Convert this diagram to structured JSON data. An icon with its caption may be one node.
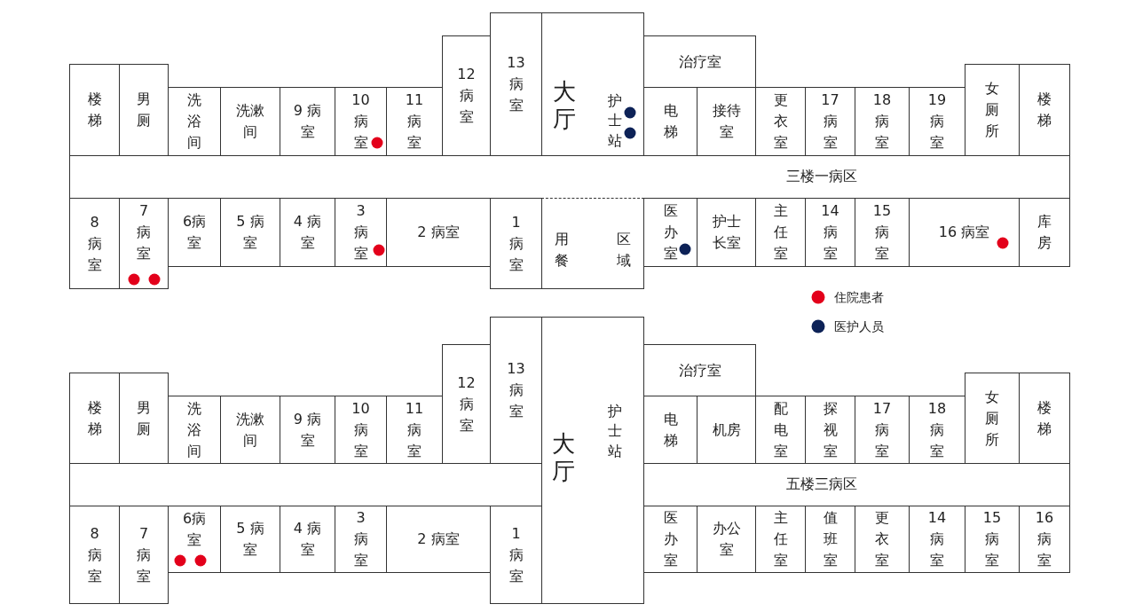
{
  "diagram": {
    "nodes": [
      {
        "text": [
          "楼梯"
        ]
      },
      {
        "text": [
          "男厕"
        ]
      },
      {
        "text": [
          "洗浴间"
        ]
      },
      {
        "text": [
          "洗漱间"
        ]
      },
      {
        "text": [
          "9 病室"
        ]
      },
      {
        "text": [
          "10病室"
        ]
      },
      {
        "text": [
          "11病室"
        ]
      },
      {
        "text": [
          "12病室"
        ]
      },
      {
        "text": [
          "13病室"
        ]
      },
      {
        "text": [
          "大厅",
          "护士站"
        ]
      },
      {
        "text": [
          "治疗室"
        ]
      },
      {
        "text": [
          "电梯"
        ]
      },
      {
        "text": [
          "接待室"
        ]
      },
      {
        "text": [
          "更衣室"
        ]
      },
      {
        "text": [
          "17病室"
        ]
      },
      {
        "text": [
          "18病室"
        ]
      },
      {
        "text": [
          "19病室"
        ]
      },
      {
        "text": [
          "女厕所"
        ]
      },
      {
        "text": [
          "楼梯"
        ]
      },
      {
        "text": [
          "三楼一病区"
        ]
      },
      {
        "text": [
          "8病室"
        ]
      },
      {
        "text": [
          "7病室"
        ]
      },
      {
        "text": [
          "6病室"
        ]
      },
      {
        "text": [
          "5 病室"
        ]
      },
      {
        "text": [
          "4 病室"
        ]
      },
      {
        "text": [
          "3病室"
        ]
      },
      {
        "text": [
          "2 病室"
        ]
      },
      {
        "text": [
          "1病室"
        ]
      },
      {
        "text": [
          "用餐区域"
        ]
      },
      {
        "text": [
          "医办室"
        ]
      },
      {
        "text": [
          "护士长室"
        ]
      },
      {
        "text": [
          "主任室"
        ]
      },
      {
        "text": [
          "14病室"
        ]
      },
      {
        "text": [
          "15病室"
        ]
      },
      {
        "text": [
          "16 病室"
        ]
      },
      {
        "text": [
          "库房"
        ]
      },
      {
        "text": [
          "楼梯"
        ]
      },
      {
        "text": [
          "男厕"
        ]
      },
      {
        "text": [
          "洗浴间"
        ]
      },
      {
        "text": [
          "洗漱间"
        ]
      },
      {
        "text": [
          "9 病室"
        ]
      },
      {
        "text": [
          "10病室"
        ]
      },
      {
        "text": [
          "11病室"
        ]
      },
      {
        "text": [
          "12病室"
        ]
      },
      {
        "text": [
          "13病室"
        ]
      },
      {
        "text": [
          "大厅",
          "护士站"
        ]
      },
      {
        "text": [
          "治疗室"
        ]
      },
      {
        "text": [
          "电梯"
        ]
      },
      {
        "text": [
          "机房"
        ]
      },
      {
        "text": [
          "配电室"
        ]
      },
      {
        "text": [
          "探视室"
        ]
      },
      {
        "text": [
          "17病室"
        ]
      },
      {
        "text": [
          "18病室"
        ]
      },
      {
        "text": [
          "女厕所"
        ]
      },
      {
        "text": [
          "楼梯"
        ]
      },
      {
        "text": [
          "五楼三病区"
        ]
      },
      {
        "text": [
          "8病室"
        ]
      },
      {
        "text": [
          "7病室"
        ]
      },
      {
        "text": [
          "6病室"
        ]
      },
      {
        "text": [
          "5 病室"
        ]
      },
      {
        "text": [
          "4 病室"
        ]
      },
      {
        "text": [
          "3病室"
        ]
      },
      {
        "text": [
          "2 病室"
        ]
      },
      {
        "text": [
          "1病室"
        ]
      },
      {
        "text": [
          "医办室"
        ]
      },
      {
        "text": [
          "办公室"
        ]
      },
      {
        "text": [
          "主任室"
        ]
      },
      {
        "text": [
          "值班室"
        ]
      },
      {
        "text": [
          "更衣室"
        ]
      },
      {
        "text": [
          "14病室"
        ]
      },
      {
        "text": [
          "15病室"
        ]
      },
      {
        "text": [
          "16病室"
        ]
      }
    ],
    "legend": [
      {
        "text": "住院患者",
        "color": "#e3001b"
      },
      {
        "text": "医护人员",
        "color": "#0d2257"
      }
    ]
  }
}
